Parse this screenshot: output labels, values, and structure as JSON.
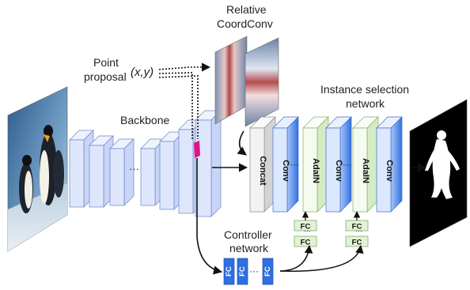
{
  "labels": {
    "relative_coordconv_line1": "Relative",
    "relative_coordconv_line2": "CoordConv",
    "point_line1": "Point",
    "point_line2": "proposal",
    "xy": "(x,y)",
    "backbone": "Backbone",
    "instance_line1": "Instance selection",
    "instance_line2": "network",
    "controller_line1": "Controller",
    "controller_line2": "network",
    "concat": "Concat",
    "conv": "Conv",
    "adain": "AdaIN",
    "fc": "FC",
    "ellipsis": "···"
  },
  "colors": {
    "backbone_fill": "#dde6fb",
    "backbone_edge": "#6f86c8",
    "blue_dark": "#2f6fe0",
    "blue_light": "#cfe0fb",
    "green_fill": "#e3f1d6",
    "green_edge": "#7fb069",
    "gray_fill": "#e6e6e6",
    "gray_edge": "#8c8c8c",
    "fc_blue": "#2f6fe0",
    "point_marker": "#e0138c",
    "arrow": "#111111"
  },
  "icons": {
    "input": "penguins-photo",
    "output": "penguin-mask",
    "coordconv": "coordinate-gradient-maps"
  }
}
